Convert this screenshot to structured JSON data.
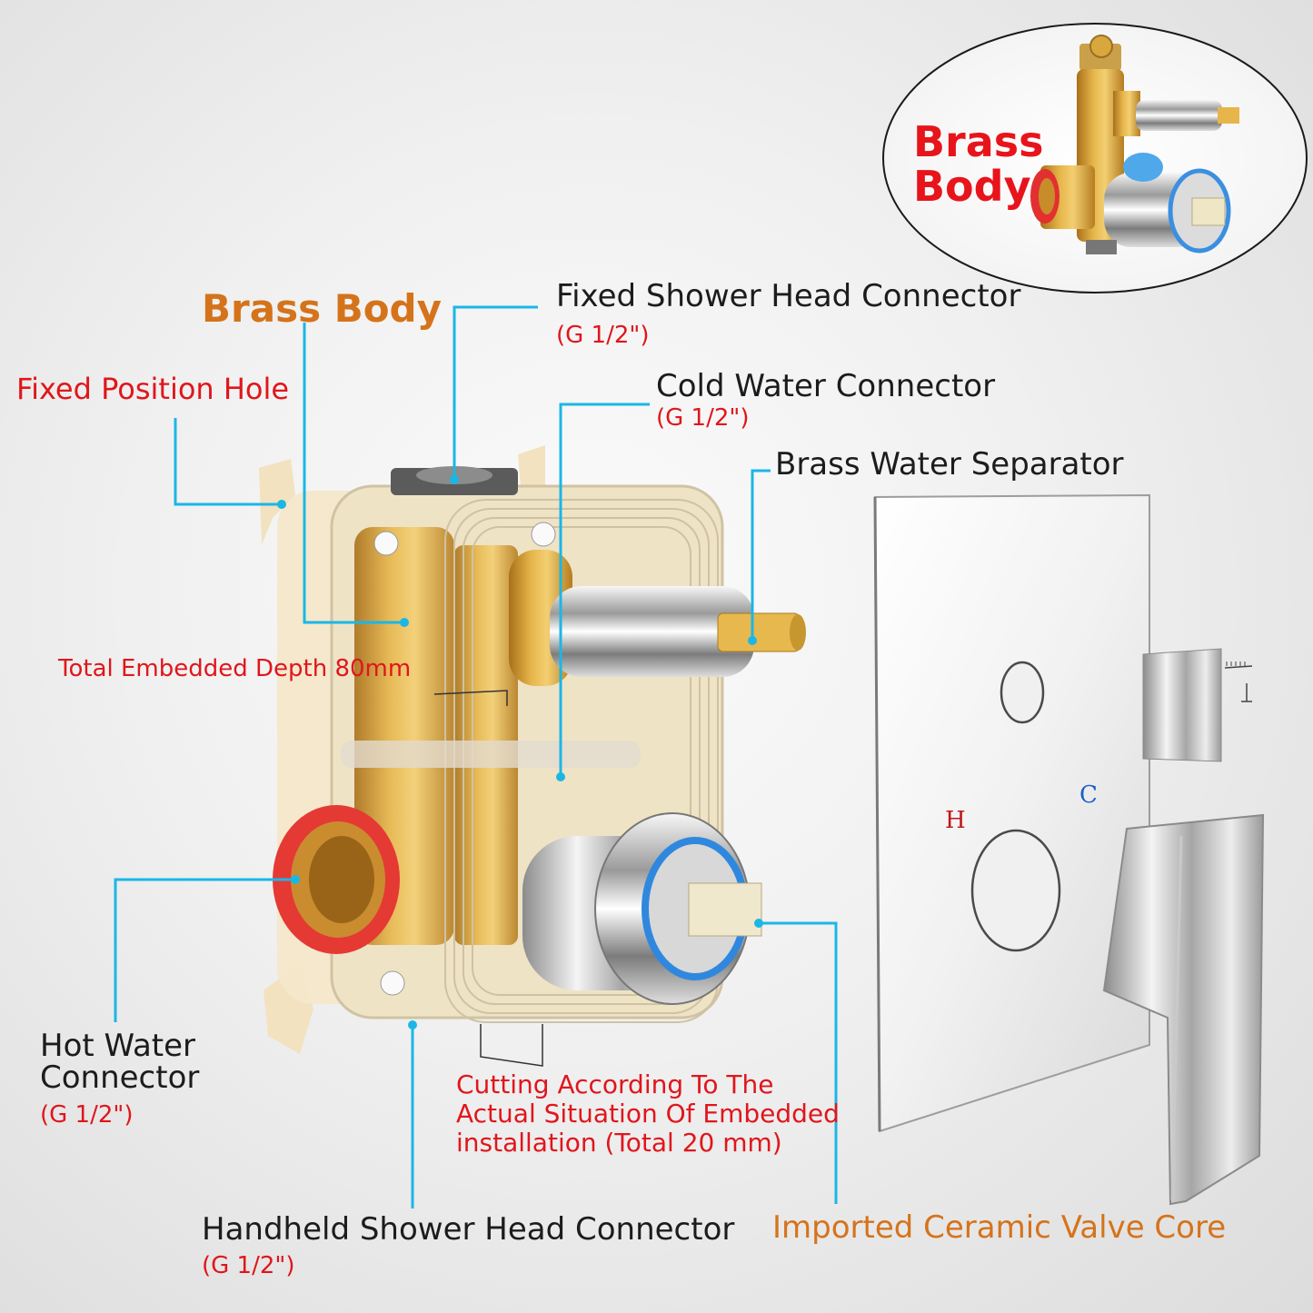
{
  "inset": {
    "title_line1": "Brass",
    "title_line2": "Body"
  },
  "labels": {
    "brass_body": "Brass Body",
    "fixed_shower_head": "Fixed Shower Head Connector",
    "fixed_shower_head_spec": "(G 1/2\")",
    "fixed_position_hole": "Fixed Position Hole",
    "cold_water": "Cold Water Connector",
    "cold_water_spec": "(G 1/2\")",
    "brass_separator": "Brass Water Separator",
    "embedded_depth": "Total Embedded Depth 80mm",
    "hot_water_line1": "Hot Water",
    "hot_water_line2": "Connector",
    "hot_water_spec": "(G 1/2\")",
    "cutting_line1": "Cutting According To The",
    "cutting_line2": "Actual Situation Of Embedded",
    "cutting_line3": "installation (Total 20 mm)",
    "handheld": "Handheld Shower Head Connector",
    "handheld_spec": "(G 1/2\")",
    "ceramic_core": "Imported Ceramic Valve Core"
  },
  "plate": {
    "hot_mark": "H",
    "cold_mark": "C"
  },
  "colors": {
    "leader": "#1ab7e6",
    "label_red": "#e0161c",
    "label_orange": "#d5731b",
    "brass": "#d79a2a"
  }
}
